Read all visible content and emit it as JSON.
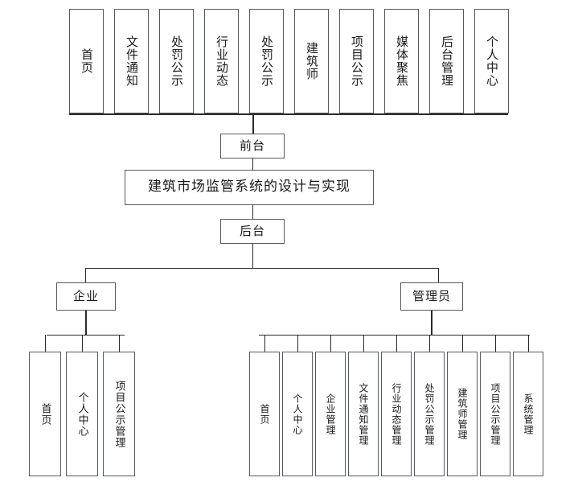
{
  "diagram": {
    "type": "tree",
    "title": "建筑市场监管系统的设计与实现",
    "root_label": "建筑市场监管系统的设计与实现",
    "stages": {
      "frontend": "前台",
      "backend": "后台"
    },
    "roles": {
      "enterprise": "企业",
      "admin": "管理员"
    },
    "frontend_modules": [
      {
        "label": "首页"
      },
      {
        "label": "文件通知"
      },
      {
        "label": "处罚公示"
      },
      {
        "label": "行业动态"
      },
      {
        "label": "处罚公示"
      },
      {
        "label": "建筑师"
      },
      {
        "label": "项目公示"
      },
      {
        "label": "媒体聚焦"
      },
      {
        "label": "后台管理"
      },
      {
        "label": "个人中心"
      }
    ],
    "enterprise_modules": [
      {
        "label": "首页"
      },
      {
        "label": "个人中心"
      },
      {
        "label": "项目公示管理"
      }
    ],
    "admin_modules": [
      {
        "label": "首页"
      },
      {
        "label": "个人中心"
      },
      {
        "label": "企业管理"
      },
      {
        "label": "文件通知管理"
      },
      {
        "label": "行业动态管理"
      },
      {
        "label": "处罚公示管理"
      },
      {
        "label": "建筑师管理"
      },
      {
        "label": "项目公示管理"
      },
      {
        "label": "系统管理"
      }
    ],
    "colors": {
      "box_border": "#555a5e",
      "line": "#2a2a2a",
      "background": "#ffffff",
      "text": "#1a1a1a"
    }
  }
}
